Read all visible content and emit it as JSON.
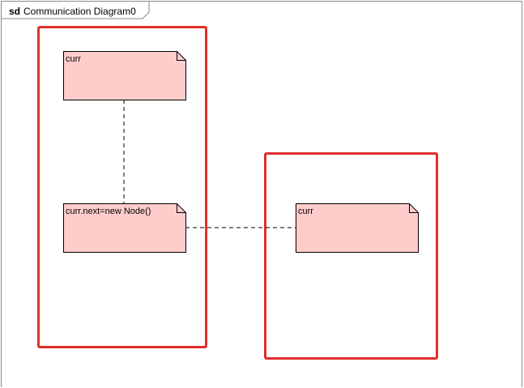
{
  "frame": {
    "keyword": "sd",
    "name": "Communication Diagram0"
  },
  "notes": [
    {
      "text": "curr"
    },
    {
      "text": "curr.next=new Node()"
    },
    {
      "text": "curr"
    }
  ],
  "colors": {
    "region_border": "#e0302a",
    "note_fill": "#ffcccc",
    "note_border": "#000000",
    "frame_border": "#8a8a8a"
  }
}
